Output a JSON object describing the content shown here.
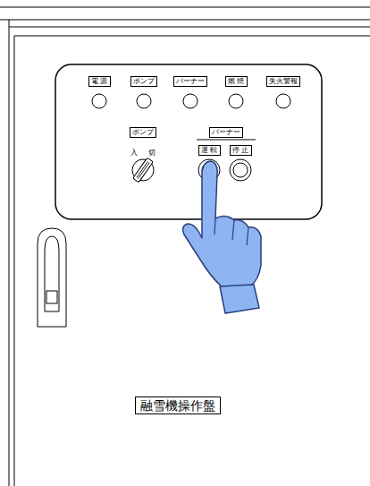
{
  "diagram": {
    "nodes": [
      {
        "text": [
          "電 源"
        ]
      },
      {
        "text": [
          "ポンプ"
        ]
      },
      {
        "text": [
          "バーナー"
        ]
      },
      {
        "text": [
          "燃 焼"
        ]
      },
      {
        "text": [
          "失火警報"
        ]
      },
      {
        "text": [
          "ポンプ"
        ]
      },
      {
        "text": [
          "バーナー"
        ]
      },
      {
        "text": [
          "運 転"
        ]
      },
      {
        "text": [
          "停 止"
        ]
      },
      {
        "text": [
          "融雪機操作盤"
        ]
      }
    ],
    "labels": [
      "入",
      "切"
    ]
  }
}
